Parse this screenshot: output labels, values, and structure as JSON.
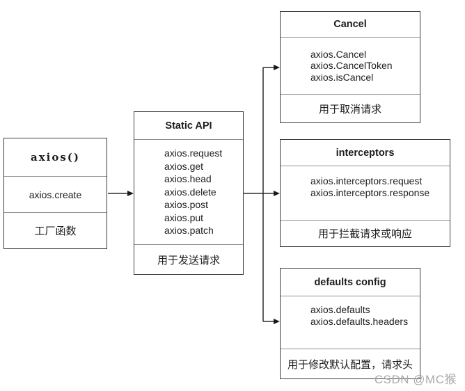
{
  "diagram": {
    "title": "axios API structure",
    "colors": {
      "background": "#ffffff",
      "box_border": "#3d3d3d",
      "divider": "#909090",
      "text": "#1c1c1c",
      "connector": "#2b2b2b",
      "watermark": "#a9a9a9"
    },
    "nodes": {
      "axios": {
        "title": "axios()",
        "items": [
          "axios.create"
        ],
        "footer": "工厂函数"
      },
      "static_api": {
        "title": "Static API",
        "items": [
          "axios.request",
          "axios.get",
          "axios.head",
          "axios.delete",
          "axios.post",
          "axios.put",
          "axios.patch"
        ],
        "footer": "用于发送请求"
      },
      "cancel": {
        "title": "Cancel",
        "items": [
          "axios.Cancel",
          "axios.CancelToken",
          "axios.isCancel"
        ],
        "footer": "用于取消请求"
      },
      "interceptors": {
        "title": "interceptors",
        "items": [
          "axios.interceptors.request",
          "axios.interceptors.response"
        ],
        "footer": "用于拦截请求或响应"
      },
      "defaults": {
        "title": "defaults config",
        "items": [
          "axios.defaults",
          "axios.defaults.headers"
        ],
        "footer": "用于修改默认配置，请求头"
      }
    },
    "watermark": "CSDN @MC猴"
  }
}
